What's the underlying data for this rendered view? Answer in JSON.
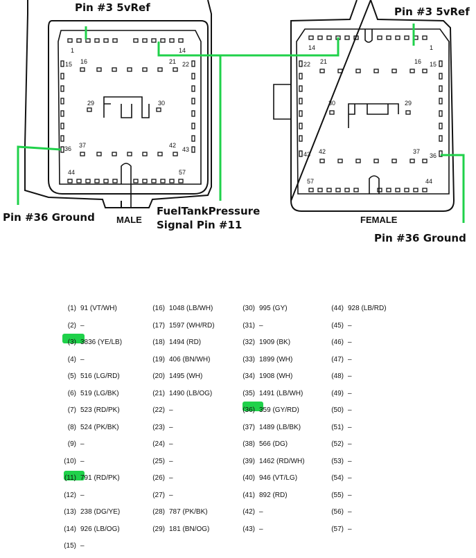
{
  "labels": {
    "male_5vref": "Pin #3 5vRef",
    "female_5vref": "Pin #3 5vRef",
    "male_ground": "Pin #36 Ground",
    "female_ground": "Pin #36 Ground",
    "fuel_line1": "FuelTankPressure",
    "fuel_line2": "Signal Pin #11"
  },
  "male": {
    "title": "MALE",
    "pins": {
      "p1": "1",
      "p14": "14",
      "p15": "15",
      "p16": "16",
      "p21": "21",
      "p22": "22",
      "p29": "29",
      "p30": "30",
      "p36": "36",
      "p37": "37",
      "p42": "42",
      "p43": "43",
      "p44": "44",
      "p57": "57"
    }
  },
  "female": {
    "title": "FEMALE",
    "pins": {
      "p14": "14",
      "p1": "1",
      "p22": "22",
      "p21": "21",
      "p16": "16",
      "p15": "15",
      "p30": "30",
      "p29": "29",
      "p43": "43",
      "p42": "42",
      "p37": "37",
      "p36": "36",
      "p57": "57",
      "p44": "44"
    }
  },
  "colors": {
    "highlight": "#1fd14a",
    "outline": "#111111"
  },
  "pin_table": [
    [
      {
        "num": "(1)",
        "val": "91 (VT/WH)"
      },
      {
        "num": "(2)",
        "val": "–"
      },
      {
        "num": "(3)",
        "val": "3836 (YE/LB)"
      },
      {
        "num": "(4)",
        "val": "–"
      },
      {
        "num": "(5)",
        "val": "516 (LG/RD)"
      },
      {
        "num": "(6)",
        "val": "519 (LG/BK)"
      },
      {
        "num": "(7)",
        "val": "523 (RD/PK)"
      },
      {
        "num": "(8)",
        "val": "524 (PK/BK)"
      },
      {
        "num": "(9)",
        "val": "–"
      },
      {
        "num": "(10)",
        "val": "–"
      },
      {
        "num": "(11)",
        "val": "791 (RD/PK)"
      },
      {
        "num": "(12)",
        "val": "–"
      },
      {
        "num": "(13)",
        "val": "238 (DG/YE)"
      },
      {
        "num": "(14)",
        "val": "926 (LB/OG)"
      },
      {
        "num": "(15)",
        "val": "–"
      }
    ],
    [
      {
        "num": "(16)",
        "val": "1048 (LB/WH)"
      },
      {
        "num": "(17)",
        "val": "1597 (WH/RD)"
      },
      {
        "num": "(18)",
        "val": "1494 (RD)"
      },
      {
        "num": "(19)",
        "val": "406 (BN/WH)"
      },
      {
        "num": "(20)",
        "val": "1495 (WH)"
      },
      {
        "num": "(21)",
        "val": "1490 (LB/OG)"
      },
      {
        "num": "(22)",
        "val": "–"
      },
      {
        "num": "(23)",
        "val": "–"
      },
      {
        "num": "(24)",
        "val": "–"
      },
      {
        "num": "(25)",
        "val": "–"
      },
      {
        "num": "(26)",
        "val": "–"
      },
      {
        "num": "(27)",
        "val": "–"
      },
      {
        "num": "(28)",
        "val": "787 (PK/BK)"
      },
      {
        "num": "(29)",
        "val": "181 (BN/OG)"
      }
    ],
    [
      {
        "num": "(30)",
        "val": "995 (GY)"
      },
      {
        "num": "(31)",
        "val": "–"
      },
      {
        "num": "(32)",
        "val": "1909 (BK)"
      },
      {
        "num": "(33)",
        "val": "1899 (WH)"
      },
      {
        "num": "(34)",
        "val": "1908 (WH)"
      },
      {
        "num": "(35)",
        "val": "1491 (LB/WH)"
      },
      {
        "num": "(36)",
        "val": "359 (GY/RD)"
      },
      {
        "num": "(37)",
        "val": "1489 (LB/BK)"
      },
      {
        "num": "(38)",
        "val": "566 (DG)"
      },
      {
        "num": "(39)",
        "val": "1462 (RD/WH)"
      },
      {
        "num": "(40)",
        "val": "946 (VT/LG)"
      },
      {
        "num": "(41)",
        "val": "892 (RD)"
      },
      {
        "num": "(42)",
        "val": "–"
      },
      {
        "num": "(43)",
        "val": "–"
      }
    ],
    [
      {
        "num": "(44)",
        "val": "928 (LB/RD)"
      },
      {
        "num": "(45)",
        "val": "–"
      },
      {
        "num": "(46)",
        "val": "–"
      },
      {
        "num": "(47)",
        "val": "–"
      },
      {
        "num": "(48)",
        "val": "–"
      },
      {
        "num": "(49)",
        "val": "–"
      },
      {
        "num": "(50)",
        "val": "–"
      },
      {
        "num": "(51)",
        "val": "–"
      },
      {
        "num": "(52)",
        "val": "–"
      },
      {
        "num": "(53)",
        "val": "–"
      },
      {
        "num": "(54)",
        "val": "–"
      },
      {
        "num": "(55)",
        "val": "–"
      },
      {
        "num": "(56)",
        "val": "–"
      },
      {
        "num": "(57)",
        "val": "–"
      }
    ]
  ],
  "highlighted_pins": [
    "(3)",
    "(11)",
    "(36)"
  ]
}
